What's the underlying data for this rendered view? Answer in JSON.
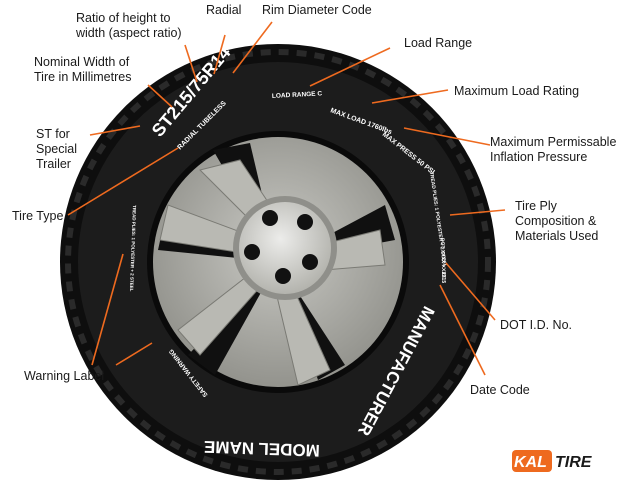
{
  "colors": {
    "accent": "#ee6a1f",
    "tire": "#1c1c1c",
    "tread": "#0e0e0e",
    "rim": "#a8a8a2",
    "hub": "#d4d4cf",
    "bolt": "#111111",
    "logo_orange": "#ee6a1f",
    "logo_dark": "#1a1a1a"
  },
  "labels": {
    "ratio": [
      "Ratio of height to",
      "width (aspect ratio)"
    ],
    "radial": "Radial",
    "rim_diameter": "Rim Diameter Code",
    "load_range": "Load Range",
    "nominal_width": [
      "Nominal Width of",
      "Tire in Millimetres"
    ],
    "max_load": "Maximum Load Rating",
    "st_trailer": [
      "ST for",
      "Special",
      "Trailer"
    ],
    "max_pressure": [
      "Maximum Permissable",
      "Inflation Pressure"
    ],
    "tire_type": "Tire Type",
    "ply": [
      "Tire Ply",
      "Composition &",
      "Materials Used"
    ],
    "dot": "DOT I.D. No.",
    "warning": "Warning Label",
    "date_code": "Date Code"
  },
  "tire_text": {
    "size_code": "ST215/75R14",
    "radial_tubeless": "RADIAL TUBELESS",
    "load_range": "LOAD RANGE C",
    "max_load": "MAX LOAD 1760lbs",
    "max_press": "MAX PRESS 50 PSI",
    "manufacturer": "MANUFACTURER",
    "model_name": "MODEL NAME",
    "safety_warning": "SAFETY WARNING",
    "ply_text": "TREAD PLIES: 1 POLYESTER + 2 STEEL",
    "dot_text": "DOT XXXX XXXX",
    "date_text": "2315"
  },
  "logo": {
    "kal": "KAL",
    "tire": "TIRE"
  }
}
